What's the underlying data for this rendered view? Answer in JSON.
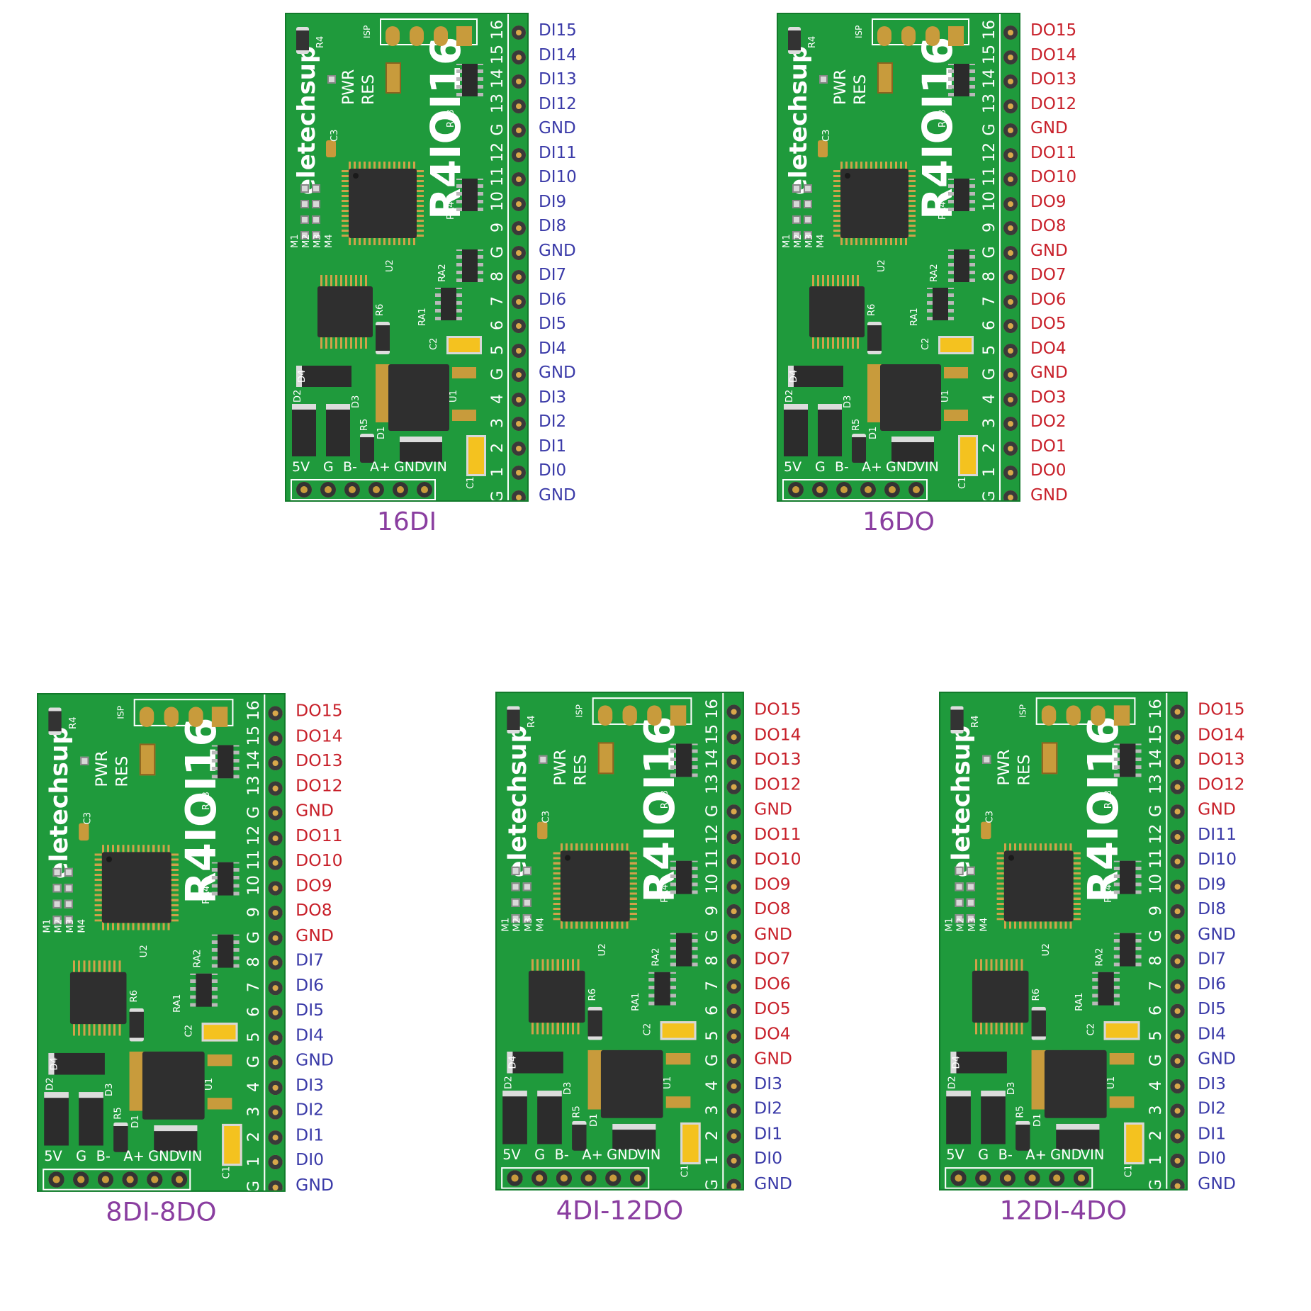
{
  "colors": {
    "di": "#3a3aa8",
    "do": "#c8202a",
    "title": "#8a3ea0",
    "board": "#1f9a3c"
  },
  "board_text": {
    "brand": "eletechsup",
    "model": "R4IOI16",
    "pwr": "PWR",
    "res": "RES",
    "isp": "ISP",
    "pin_numbers": [
      "16",
      "15",
      "14",
      "13",
      "G",
      "12",
      "11",
      "10",
      "9",
      "G",
      "8",
      "7",
      "6",
      "5",
      "G",
      "4",
      "3",
      "2",
      "1",
      "G"
    ],
    "bottom_labels": [
      "5V",
      "G",
      "B-",
      "A+",
      "GND",
      "VIN"
    ],
    "designators": [
      "R4",
      "C3",
      "RA3",
      "RA4",
      "RA2",
      "RA1",
      "R6",
      "C2",
      "D4",
      "D2",
      "D3",
      "R5",
      "D1",
      "U1",
      "U2",
      "C1",
      "M1",
      "M2",
      "M3",
      "M4"
    ]
  },
  "variants": [
    {
      "title": "16DI",
      "labels": [
        {
          "t": "DI15",
          "c": "di"
        },
        {
          "t": "DI14",
          "c": "di"
        },
        {
          "t": "DI13",
          "c": "di"
        },
        {
          "t": "DI12",
          "c": "di"
        },
        {
          "t": "GND",
          "c": "di"
        },
        {
          "t": "DI11",
          "c": "di"
        },
        {
          "t": "DI10",
          "c": "di"
        },
        {
          "t": "DI9",
          "c": "di"
        },
        {
          "t": "DI8",
          "c": "di"
        },
        {
          "t": "GND",
          "c": "di"
        },
        {
          "t": "DI7",
          "c": "di"
        },
        {
          "t": "DI6",
          "c": "di"
        },
        {
          "t": "DI5",
          "c": "di"
        },
        {
          "t": "DI4",
          "c": "di"
        },
        {
          "t": "GND",
          "c": "di"
        },
        {
          "t": "DI3",
          "c": "di"
        },
        {
          "t": "DI2",
          "c": "di"
        },
        {
          "t": "DI1",
          "c": "di"
        },
        {
          "t": "DI0",
          "c": "di"
        },
        {
          "t": "GND",
          "c": "di"
        }
      ]
    },
    {
      "title": "16DO",
      "labels": [
        {
          "t": "DO15",
          "c": "do"
        },
        {
          "t": "DO14",
          "c": "do"
        },
        {
          "t": "DO13",
          "c": "do"
        },
        {
          "t": "DO12",
          "c": "do"
        },
        {
          "t": "GND",
          "c": "do"
        },
        {
          "t": "DO11",
          "c": "do"
        },
        {
          "t": "DO10",
          "c": "do"
        },
        {
          "t": "DO9",
          "c": "do"
        },
        {
          "t": "DO8",
          "c": "do"
        },
        {
          "t": "GND",
          "c": "do"
        },
        {
          "t": "DO7",
          "c": "do"
        },
        {
          "t": "DO6",
          "c": "do"
        },
        {
          "t": "DO5",
          "c": "do"
        },
        {
          "t": "DO4",
          "c": "do"
        },
        {
          "t": "GND",
          "c": "do"
        },
        {
          "t": "DO3",
          "c": "do"
        },
        {
          "t": "DO2",
          "c": "do"
        },
        {
          "t": "DO1",
          "c": "do"
        },
        {
          "t": "DO0",
          "c": "do"
        },
        {
          "t": "GND",
          "c": "do"
        }
      ]
    },
    {
      "title": "8DI-8DO",
      "labels": [
        {
          "t": "DO15",
          "c": "do"
        },
        {
          "t": "DO14",
          "c": "do"
        },
        {
          "t": "DO13",
          "c": "do"
        },
        {
          "t": "DO12",
          "c": "do"
        },
        {
          "t": "GND",
          "c": "do"
        },
        {
          "t": "DO11",
          "c": "do"
        },
        {
          "t": "DO10",
          "c": "do"
        },
        {
          "t": "DO9",
          "c": "do"
        },
        {
          "t": "DO8",
          "c": "do"
        },
        {
          "t": "GND",
          "c": "do"
        },
        {
          "t": "DI7",
          "c": "di"
        },
        {
          "t": "DI6",
          "c": "di"
        },
        {
          "t": "DI5",
          "c": "di"
        },
        {
          "t": "DI4",
          "c": "di"
        },
        {
          "t": "GND",
          "c": "di"
        },
        {
          "t": "DI3",
          "c": "di"
        },
        {
          "t": "DI2",
          "c": "di"
        },
        {
          "t": "DI1",
          "c": "di"
        },
        {
          "t": "DI0",
          "c": "di"
        },
        {
          "t": "GND",
          "c": "di"
        }
      ]
    },
    {
      "title": "4DI-12DO",
      "labels": [
        {
          "t": "DO15",
          "c": "do"
        },
        {
          "t": "DO14",
          "c": "do"
        },
        {
          "t": "DO13",
          "c": "do"
        },
        {
          "t": "DO12",
          "c": "do"
        },
        {
          "t": "GND",
          "c": "do"
        },
        {
          "t": "DO11",
          "c": "do"
        },
        {
          "t": "DO10",
          "c": "do"
        },
        {
          "t": "DO9",
          "c": "do"
        },
        {
          "t": "DO8",
          "c": "do"
        },
        {
          "t": "GND",
          "c": "do"
        },
        {
          "t": "DO7",
          "c": "do"
        },
        {
          "t": "DO6",
          "c": "do"
        },
        {
          "t": "DO5",
          "c": "do"
        },
        {
          "t": "DO4",
          "c": "do"
        },
        {
          "t": "GND",
          "c": "do"
        },
        {
          "t": "DI3",
          "c": "di"
        },
        {
          "t": "DI2",
          "c": "di"
        },
        {
          "t": "DI1",
          "c": "di"
        },
        {
          "t": "DI0",
          "c": "di"
        },
        {
          "t": "GND",
          "c": "di"
        }
      ]
    },
    {
      "title": "12DI-4DO",
      "labels": [
        {
          "t": "DO15",
          "c": "do"
        },
        {
          "t": "DO14",
          "c": "do"
        },
        {
          "t": "DO13",
          "c": "do"
        },
        {
          "t": "DO12",
          "c": "do"
        },
        {
          "t": "GND",
          "c": "do"
        },
        {
          "t": "DI11",
          "c": "di"
        },
        {
          "t": "DI10",
          "c": "di"
        },
        {
          "t": "DI9",
          "c": "di"
        },
        {
          "t": "DI8",
          "c": "di"
        },
        {
          "t": "GND",
          "c": "di"
        },
        {
          "t": "DI7",
          "c": "di"
        },
        {
          "t": "DI6",
          "c": "di"
        },
        {
          "t": "DI5",
          "c": "di"
        },
        {
          "t": "DI4",
          "c": "di"
        },
        {
          "t": "GND",
          "c": "di"
        },
        {
          "t": "DI3",
          "c": "di"
        },
        {
          "t": "DI2",
          "c": "di"
        },
        {
          "t": "DI1",
          "c": "di"
        },
        {
          "t": "DI0",
          "c": "di"
        },
        {
          "t": "GND",
          "c": "di"
        }
      ]
    }
  ]
}
